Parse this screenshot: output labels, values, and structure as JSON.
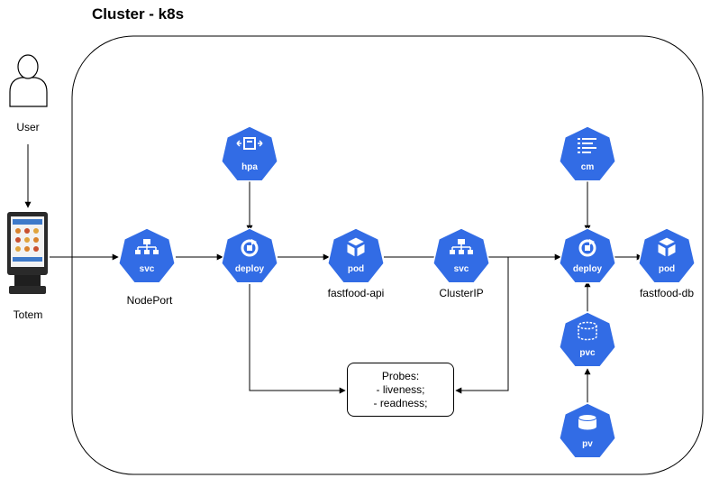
{
  "title": "Cluster - k8s",
  "colors": {
    "k8s_blue": "#326CE5",
    "line": "#000000"
  },
  "actors": {
    "user": {
      "label": "User",
      "icon": "person-icon"
    },
    "totem": {
      "label": "Totem",
      "icon": "kiosk-icon"
    }
  },
  "nodes": {
    "svc_nodeport": {
      "badge": "svc",
      "label": "NodePort",
      "icon": "service-icon"
    },
    "hpa": {
      "badge": "hpa",
      "icon": "hpa-icon"
    },
    "deploy_api": {
      "badge": "deploy",
      "icon": "deploy-icon"
    },
    "pod_api": {
      "badge": "pod",
      "label": "fastfood-api",
      "icon": "pod-icon"
    },
    "svc_clusterip": {
      "badge": "svc",
      "label": "ClusterIP",
      "icon": "service-icon"
    },
    "cm": {
      "badge": "cm",
      "icon": "configmap-icon"
    },
    "deploy_db": {
      "badge": "deploy",
      "icon": "deploy-icon"
    },
    "pod_db": {
      "badge": "pod",
      "label": "fastfood-db",
      "icon": "pod-icon"
    },
    "pvc": {
      "badge": "pvc",
      "icon": "pvc-icon"
    },
    "pv": {
      "badge": "pv",
      "icon": "pv-icon"
    }
  },
  "probes": {
    "title": "Probes:",
    "items": [
      "- liveness;",
      "- readness;"
    ]
  }
}
